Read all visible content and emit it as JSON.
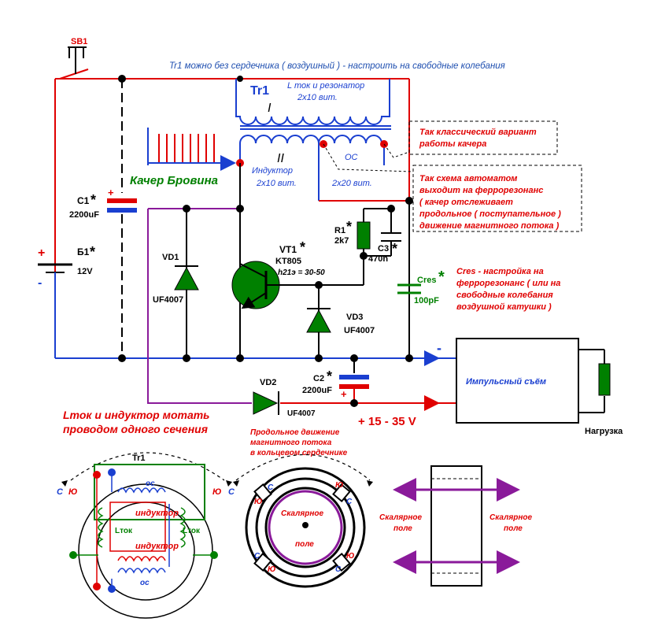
{
  "colors": {
    "red": "#e00000",
    "blue": "#1a3fd0",
    "green": "#008000",
    "purple": "#8a1a9a",
    "black": "#000000",
    "note_blue": "#1f4fb0",
    "note_red": "#e00000"
  },
  "notes": {
    "top": "Tr1 можно без сердечника ( воздушный ) - настроить на свободные колебания",
    "classic_1": "Так классический вариант",
    "classic_2": "работы качера",
    "auto_1": "Так схема автоматом",
    "auto_2": "выходит на феррорезонанс",
    "auto_3": "( качер отслеживает",
    "auto_4": "продольное ( поступательное )",
    "auto_5": "движение магнитного потока )",
    "cres_1": "Cres - настройка на",
    "cres_2": "феррорезонанс ( или на",
    "cres_3": "свободные колебания",
    "cres_4": "воздушной катушки )",
    "wind_1": "Lток и индуктор мотать",
    "wind_2": "проводом одного сечения",
    "ring_1": "Продольное движение",
    "ring_2": "магнитного потока",
    "ring_3": "в кольцевом сердечнике"
  },
  "labels": {
    "sb1": "SB1",
    "tr1": "Tr1",
    "ltok_1": "L ток и резонатор",
    "ltok_2": "2x10 вит.",
    "roman1": "I",
    "roman2": "II",
    "ind_1": "Индуктор",
    "ind_2": "2x10 вит.",
    "os": "ОС",
    "os_turns": "2x20 вит.",
    "kacher": "Качер Бровина",
    "c1": "C1",
    "c1_val": "2200uF",
    "b1": "Б1",
    "b1_val": "12V",
    "vd1": "VD1",
    "vd1_val": "UF4007",
    "vt1": "VT1",
    "vt1_val": "KT805",
    "vt1_h": "h21э = 30-50",
    "r1": "R1",
    "r1_val": "2k7",
    "c3": "C3",
    "c3_val": "470n",
    "cres": "Cres",
    "cres_val": "100pF",
    "vd3": "VD3",
    "vd3_val": "UF4007",
    "c2": "C2",
    "c2_val": "2200uF",
    "vd2": "VD2",
    "vd2_val": "UF4007",
    "star": "*",
    "plus": "+",
    "minus": "-",
    "out_v": "+ 15 - 35 V",
    "pulse": "Импульсный съём",
    "load": "Нагрузка",
    "tr1_small": "Tr1",
    "s": "С",
    "yu": "Ю",
    "os_small": "ос",
    "ind_small": "индуктор",
    "ltok_small": "Lток",
    "scalar_center_1": "Скалярное",
    "scalar_center_2": "поле",
    "scalar_left_1": "Скалярное",
    "scalar_left_2": "поле",
    "scalar_right_1": "Скалярное",
    "scalar_right_2": "поле"
  }
}
